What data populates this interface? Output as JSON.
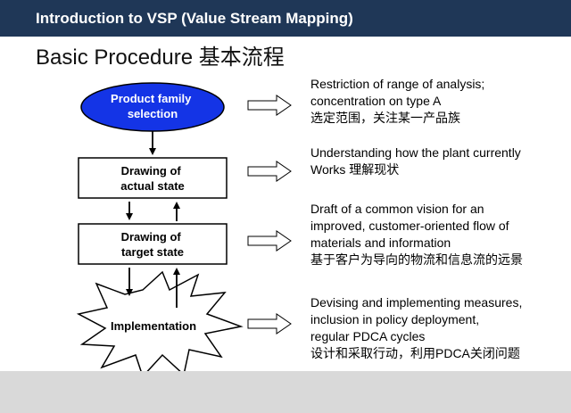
{
  "header": {
    "title": "Introduction to VSP (Value Stream Mapping)"
  },
  "page": {
    "title": "Basic Procedure 基本流程"
  },
  "steps": [
    {
      "label_lines": [
        "Product family",
        "selection"
      ],
      "shape": "ellipse",
      "fill": "#1434e6",
      "text_color": "#ffffff"
    },
    {
      "label_lines": [
        "Drawing of",
        "actual state"
      ],
      "shape": "rectangle"
    },
    {
      "label_lines": [
        "Drawing of",
        "target state"
      ],
      "shape": "rectangle"
    },
    {
      "label_lines": [
        "Implementation"
      ],
      "shape": "starburst"
    }
  ],
  "descriptions": [
    {
      "lines": [
        "Restriction of range of analysis;",
        "concentration on type A",
        "选定范围，关注某一产品族"
      ]
    },
    {
      "lines": [
        "Understanding  how the plant currently",
        "Works 理解现状"
      ]
    },
    {
      "lines": [
        "Draft of a common  vision for an",
        "improved,  customer-oriented  flow of",
        "materials and information",
        "基于客户为导向的物流和信息流的远景"
      ]
    },
    {
      "lines": [
        "Devising and implementing  measures,",
        "inclusion in policy deployment,",
        "regular  PDCA cycles",
        "设计和采取行动，利用PDCA关闭问题"
      ]
    }
  ],
  "colors": {
    "header_bg": "#1f3757",
    "accent_blue": "#1434e6",
    "footer_bg": "#d9d9d9"
  }
}
